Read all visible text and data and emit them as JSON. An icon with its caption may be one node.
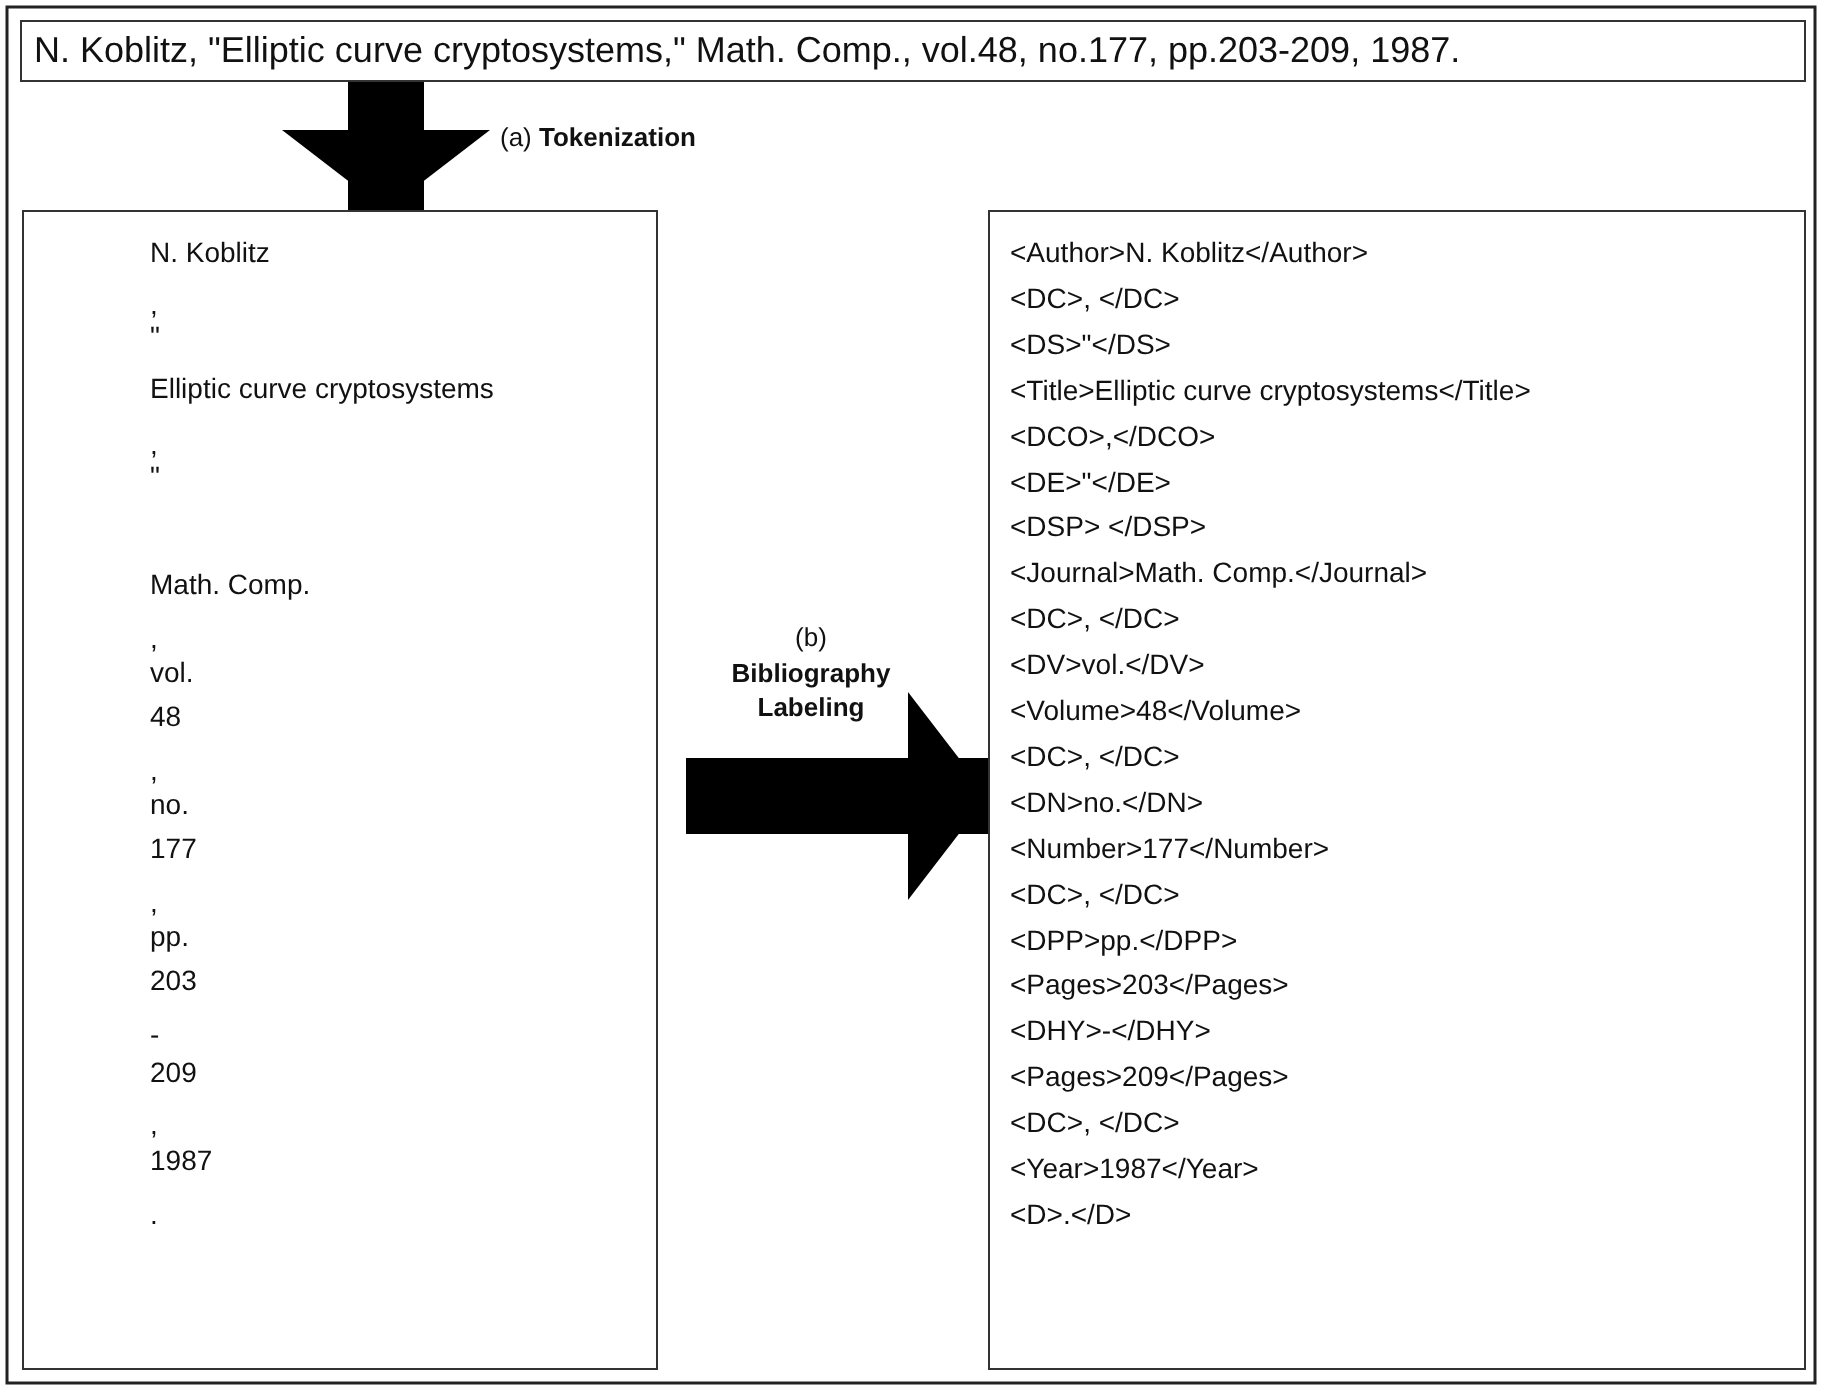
{
  "diagram": {
    "nodes": [
      {
        "text": [
          "N. Koblitz, \"Elliptic curve cryptosystems,\" Math. Comp., vol.48, no.177, pp.203-209, 1987."
        ]
      },
      {
        "text": [
          "N. Koblitz",
          ",",
          "\"",
          "Elliptic curve cryptosystems",
          ",",
          "\"",
          "Math. Comp.",
          ",",
          "vol.",
          "48",
          ",",
          "no.",
          "177",
          ",",
          "pp.",
          "203",
          "-",
          "209",
          ",",
          "1987",
          "."
        ]
      },
      {
        "text": [
          "<Author>N. Koblitz</Author>",
          "<DC>, </DC>",
          "<DS>\"</DS>",
          "<Title>Elliptic curve cryptosystems</Title>",
          "<DCO>,</DCO>",
          "<DE>\"</DE>",
          "<DSP> </DSP>",
          "<Journal>Math. Comp.</Journal>",
          "<DC>, </DC>",
          "<DV>vol.</DV>",
          "<Volume>48</Volume>",
          "<DC>, </DC>",
          "<DN>no.</DN>",
          "<Number>177</Number>",
          "<DC>, </DC>",
          "<DPP>pp.</DPP>",
          "<Pages>203</Pages>",
          "<DHY>-</DHY>",
          "<Pages>209</Pages>",
          "<DC>, </DC>",
          "<Year>1987</Year>",
          "<D>.</D>"
        ]
      }
    ],
    "edges": [
      {
        "from": 0,
        "to": 1,
        "arrow": "to",
        "label": "(a) **Tokenization**"
      },
      {
        "from": 1,
        "to": 2,
        "arrow": "to",
        "label": "(b) **Bibliography Labeling**"
      }
    ]
  }
}
